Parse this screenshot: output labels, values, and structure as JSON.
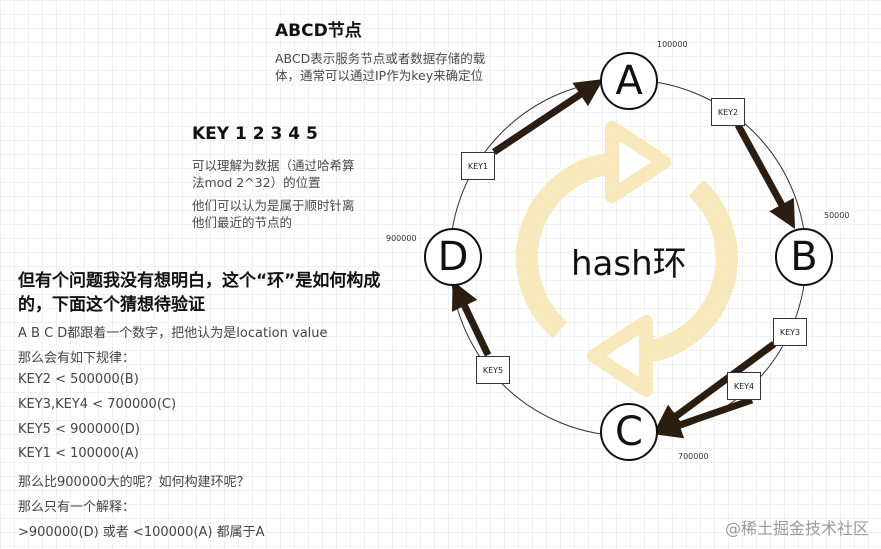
{
  "nodes_note": {
    "title": "ABCD节点",
    "line1": "ABCD表示服务节点或者数据存储的载",
    "line2": "体，通常可以通过IP作为key来确定位"
  },
  "keys_note": {
    "title": "KEY 1 2 3 4 5",
    "line1": "可以理解为数据（通过哈希算",
    "line2": "法mod 2^32）的位置",
    "line3": "他们可以认为是属于顺时针离",
    "line4": "他们最近的节点的"
  },
  "question": {
    "title_line1": "但有个问题我没有想明白，这个“环”是如何构成",
    "title_line2": "的，下面这个猜想待验证",
    "lines": [
      "A B C D都跟着一个数字，把他认为是location value",
      "那么会有如下规律：",
      "KEY2  <  500000(B)",
      "KEY3,KEY4  <  700000(C)",
      "KEY5 < 900000(D)",
      "KEY1 < 100000(A)",
      "那么比900000大的呢？如何构建环呢？",
      "那么只有一个解释：",
      ">900000(D) 或者 <100000(A) 都属于A"
    ]
  },
  "ring": {
    "center_label": "hash环",
    "nodes": {
      "A": "A",
      "B": "B",
      "C": "C",
      "D": "D"
    },
    "values": {
      "A": "100000",
      "B": "50000",
      "C": "700000",
      "D": "900000"
    },
    "keys": [
      "KEY1",
      "KEY2",
      "KEY3",
      "KEY4",
      "KEY5"
    ]
  },
  "colors": {
    "arrow": "#2b1d10",
    "circle_arrow": "#f7e7b4"
  },
  "watermark": "@稀土掘金技术社区"
}
